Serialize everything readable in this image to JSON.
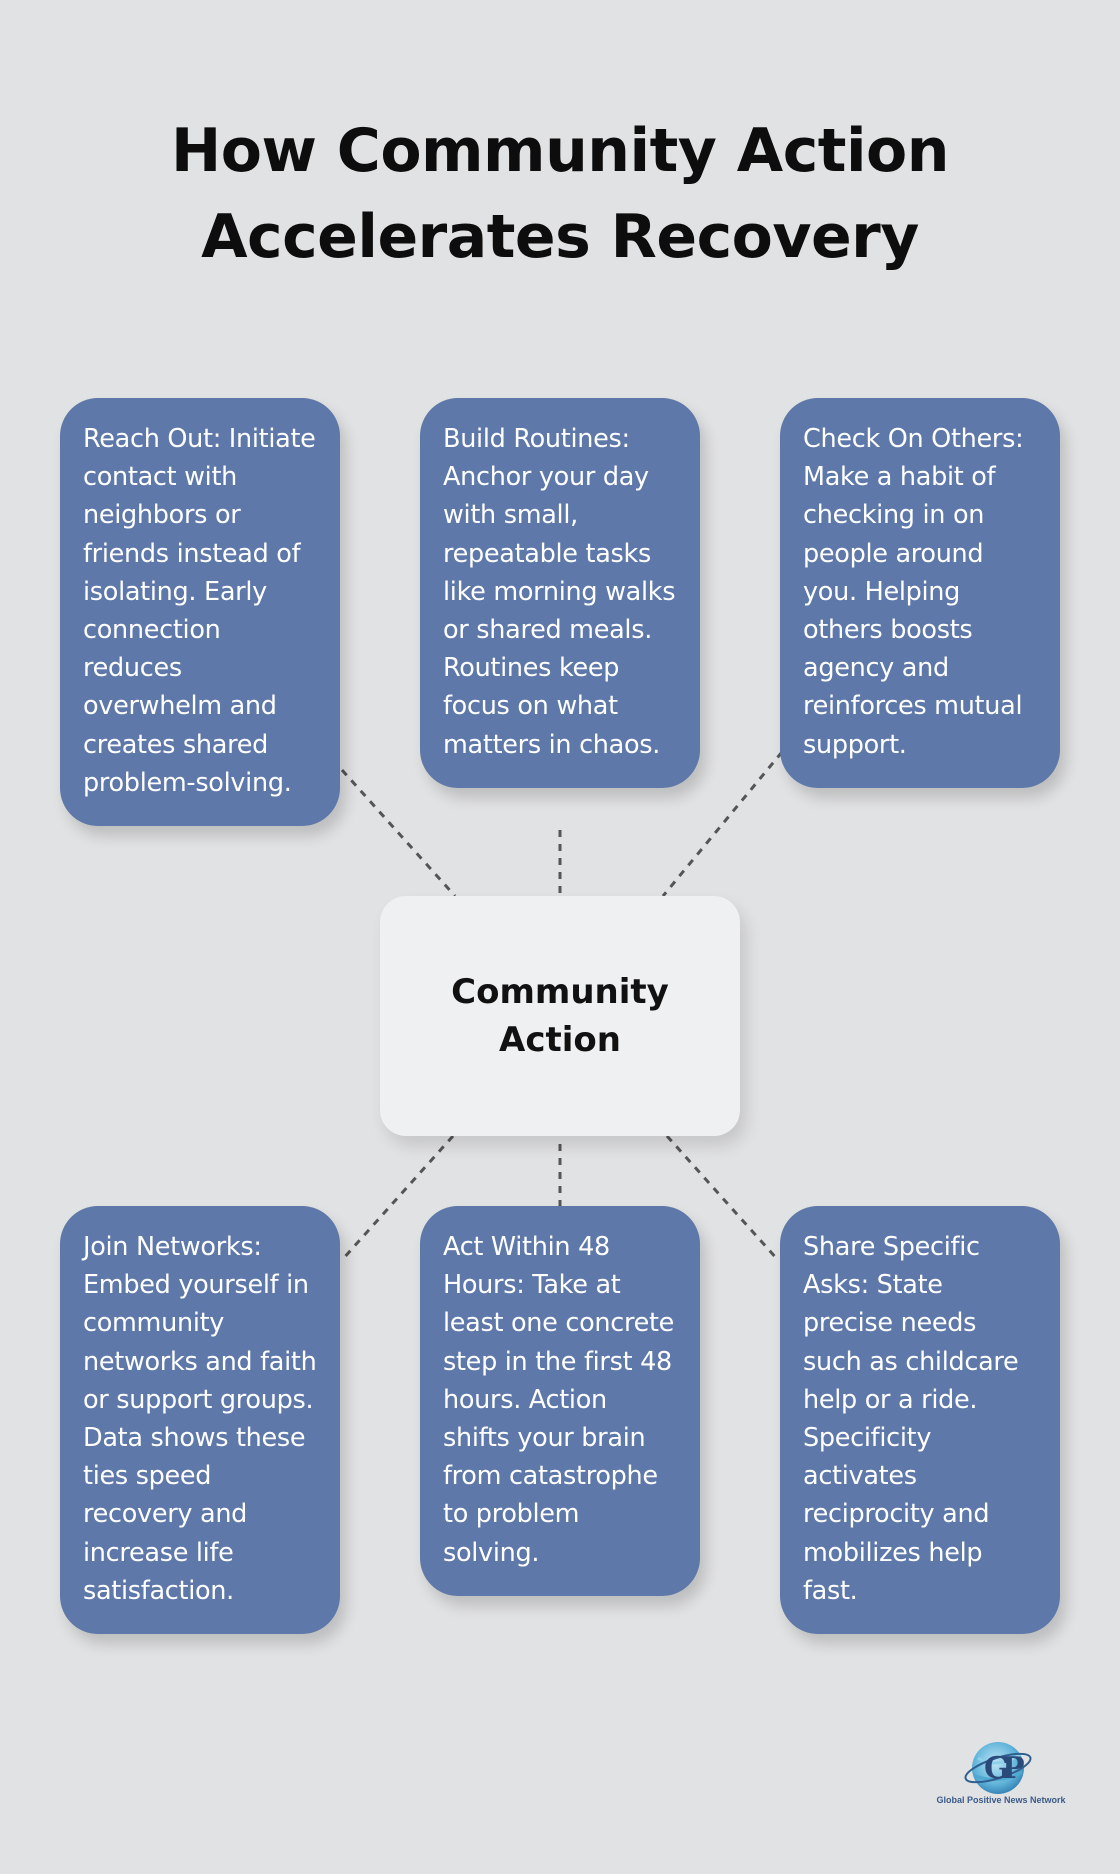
{
  "title": {
    "line1": "How Community Action",
    "line2": "Accelerates Recovery"
  },
  "center": {
    "label": "Community Action"
  },
  "cards": {
    "reach_out": "Reach Out: Initiate contact with neighbors or friends instead of isolating. Early connection reduces overwhelm and creates shared problem-solving.",
    "build_routines": "Build Routines: Anchor your day with small, repeatable tasks like morning walks or shared meals. Routines keep focus on what matters in chaos.",
    "check_on_others": "Check On Others: Make a habit of checking in on people around you. Helping others boosts agency and reinforces mutual support.",
    "join_networks": "Join Networks: Embed yourself in community networks and faith or support groups. Data shows these ties speed recovery and increase life satisfaction.",
    "act_within_48": "Act Within 48 Hours: Take at least one concrete step in the first 48 hours. Action shifts your brain from catastrophe to problem solving.",
    "share_specific_asks": "Share Specific Asks: State precise needs such as childcare help or a ride. Specificity activates reciprocity and mobilizes help fast."
  },
  "logo": {
    "text": "Global Positive News Network",
    "letter_g": "G",
    "letter_p": "P"
  },
  "colors": {
    "background": "#e1e2e3",
    "card": "#5e78a9",
    "center": "#eff0f2",
    "connector": "#555555"
  }
}
